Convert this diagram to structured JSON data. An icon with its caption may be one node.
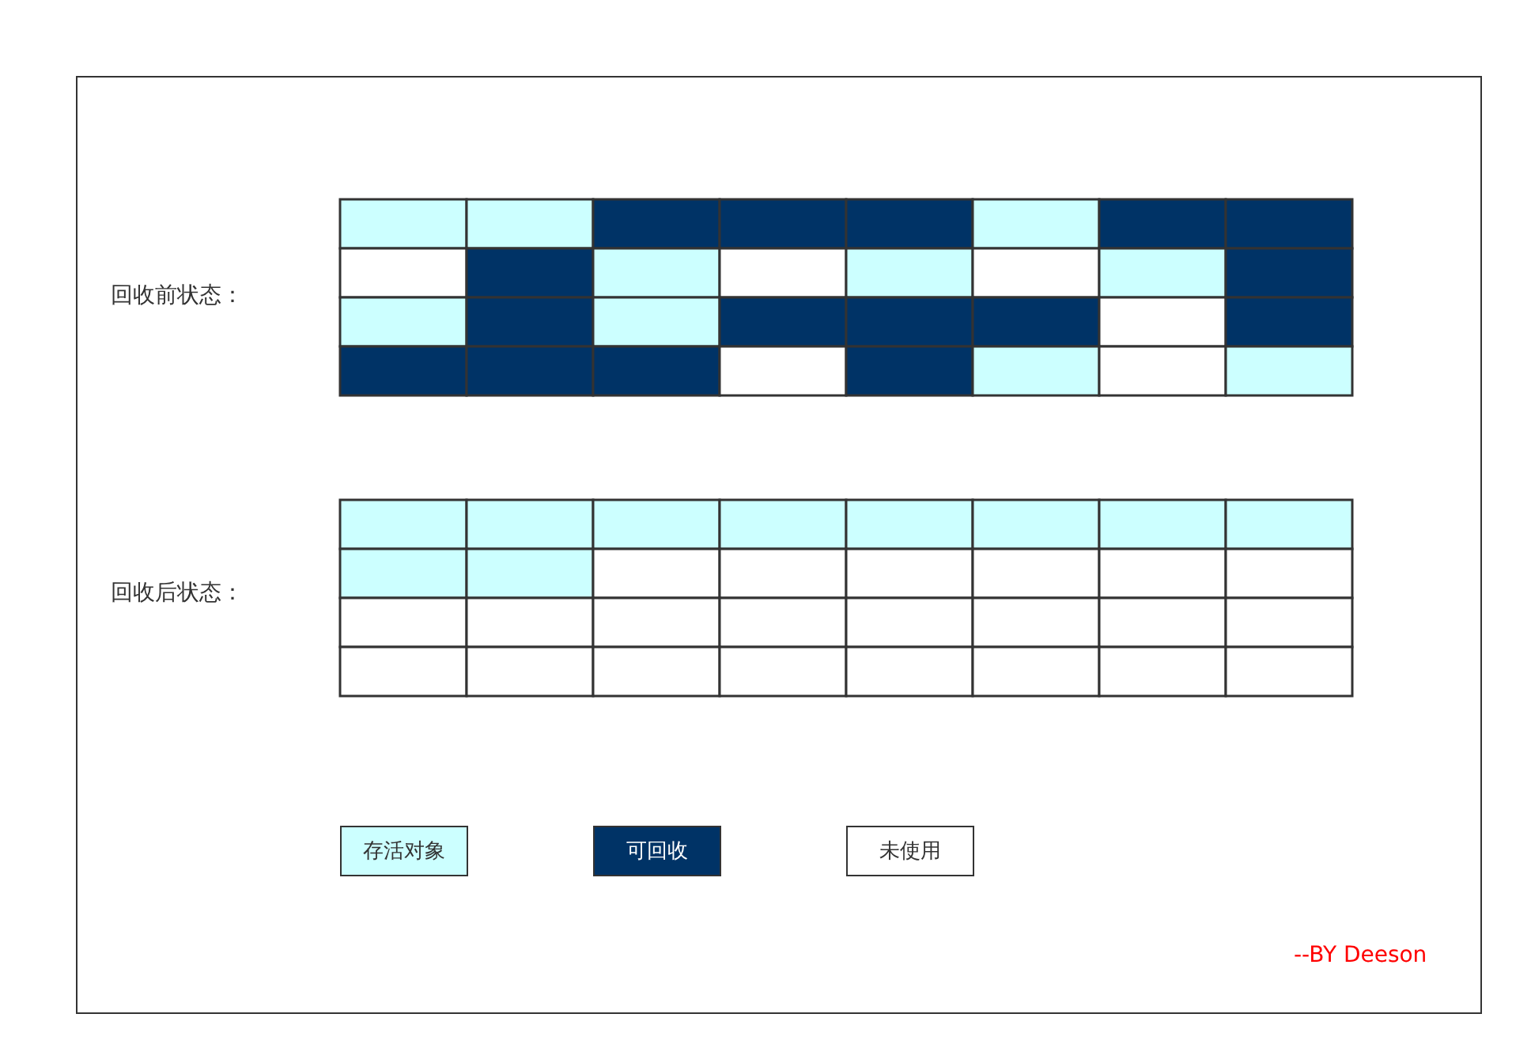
{
  "diagram": {
    "labels": [
      "回收前状态：",
      "回收后状态：",
      "--BY Deeson"
    ],
    "legend": [
      {
        "text": "存活对象",
        "color": "#ccffff"
      },
      {
        "text": "可回收",
        "color": "#003366"
      },
      {
        "text": "未使用",
        "color": "#ffffff"
      }
    ]
  }
}
